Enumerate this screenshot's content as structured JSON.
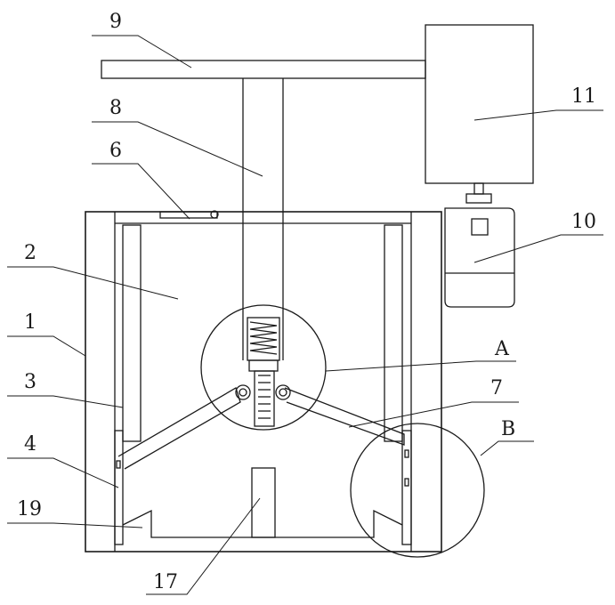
{
  "labels": {
    "l9": "9",
    "l8": "8",
    "l6": "6",
    "l2": "2",
    "l1": "1",
    "l3": "3",
    "l4": "4",
    "l19": "19",
    "l17": "17",
    "l11": "11",
    "l10": "10",
    "lA": "A",
    "l7": "7",
    "lB": "B"
  }
}
